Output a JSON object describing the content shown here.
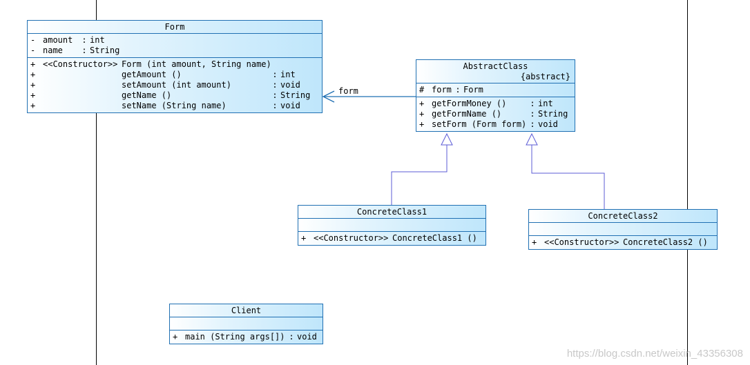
{
  "classes": {
    "form": {
      "name": "Form",
      "attributes": [
        {
          "vis": "-",
          "name": "amount",
          "type": "int"
        },
        {
          "vis": "-",
          "name": "name",
          "type": "String"
        }
      ],
      "operations": [
        {
          "vis": "+",
          "stereotype": "<<Constructor>>",
          "name": "Form (int amount, String name)",
          "type": ""
        },
        {
          "vis": "+",
          "stereotype": "",
          "name": "getAmount ()",
          "type": "int"
        },
        {
          "vis": "+",
          "stereotype": "",
          "name": "setAmount (int amount)",
          "type": "void"
        },
        {
          "vis": "+",
          "stereotype": "",
          "name": "getName ()",
          "type": "String"
        },
        {
          "vis": "+",
          "stereotype": "",
          "name": "setName (String name)",
          "type": "void"
        }
      ]
    },
    "abstract_class": {
      "name": "AbstractClass",
      "stereotype": "{abstract}",
      "attributes": [
        {
          "vis": "#",
          "name": "form",
          "type": "Form"
        }
      ],
      "operations": [
        {
          "vis": "+",
          "name": "getFormMoney ()",
          "type": "int"
        },
        {
          "vis": "+",
          "name": "getFormName ()",
          "type": "String"
        },
        {
          "vis": "+",
          "name": "setForm (Form form)",
          "type": "void"
        }
      ]
    },
    "concrete1": {
      "name": "ConcreteClass1",
      "operations": [
        {
          "vis": "+",
          "stereotype": "<<Constructor>>",
          "name": "ConcreteClass1 ()"
        }
      ]
    },
    "concrete2": {
      "name": "ConcreteClass2",
      "operations": [
        {
          "vis": "+",
          "stereotype": "<<Constructor>>",
          "name": "ConcreteClass2 ()"
        }
      ]
    },
    "client": {
      "name": "Client",
      "operations": [
        {
          "vis": "+",
          "name": "main (String args[])",
          "type": "void"
        }
      ]
    }
  },
  "associations": {
    "form_role": "form"
  },
  "sep": ":",
  "watermark": "https://blog.csdn.net/weixin_43356308",
  "colors": {
    "box_border": "#1f6fb2",
    "assoc_line": "#1f6fb2",
    "generalization_line": "#5b5bd6",
    "box_fill_end": "#bfe6fb"
  }
}
